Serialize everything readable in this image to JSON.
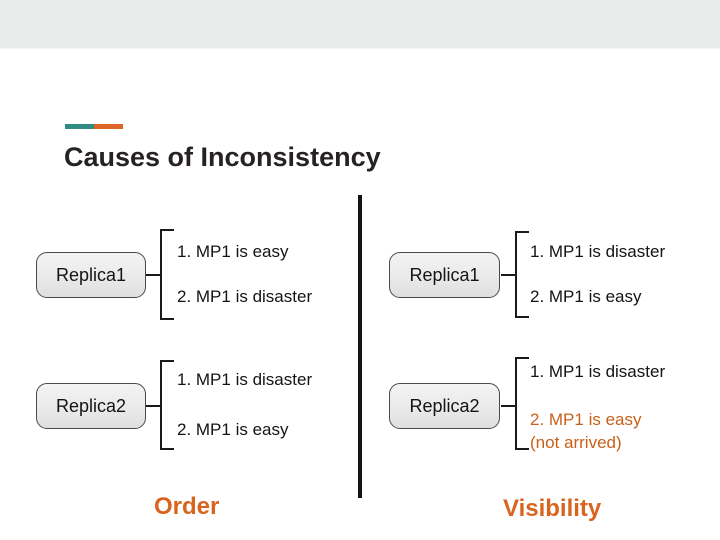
{
  "slide": {
    "title": "Causes of Inconsistency",
    "footer": {
      "left_label": "Order",
      "right_label": "Visibility"
    }
  },
  "groups": [
    {
      "box_label": "Replica1",
      "items": [
        {
          "text": "1. MP1 is easy"
        },
        {
          "text": "2. MP1 is disaster"
        }
      ]
    },
    {
      "box_label": "Replica2",
      "items": [
        {
          "text": "1. MP1 is disaster"
        },
        {
          "text": "2. MP1 is easy"
        }
      ]
    },
    {
      "box_label": "Replica1",
      "items": [
        {
          "text": "1. MP1 is disaster"
        },
        {
          "text": "2. MP1 is easy"
        }
      ]
    },
    {
      "box_label": "Replica2",
      "items": [
        {
          "text": "1. MP1 is disaster"
        },
        {
          "text": "2. MP1 is easy",
          "highlight": true
        },
        {
          "text": "(not arrived)",
          "highlight": true
        }
      ]
    }
  ],
  "colors": {
    "top_band": "#e8eceb",
    "accent_teal": "#2e8c85",
    "accent_orange": "#dd6626",
    "title_text": "#262222",
    "highlight_orange": "#c9601a",
    "footer_orange": "#d9641e",
    "divider_black": "#141414"
  }
}
